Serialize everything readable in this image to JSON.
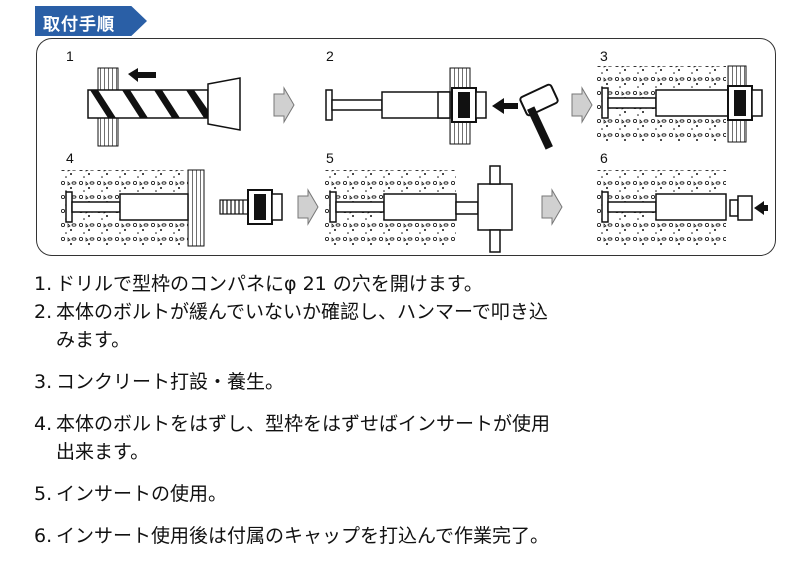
{
  "header": {
    "title": "取付手順"
  },
  "steps": [
    {
      "num": "1"
    },
    {
      "num": "2"
    },
    {
      "num": "3"
    },
    {
      "num": "4"
    },
    {
      "num": "5"
    },
    {
      "num": "6"
    }
  ],
  "instructions": [
    {
      "num": "1.",
      "text": "ドリルで型枠のコンパネにφ 21 の穴を開けます。"
    },
    {
      "num": "2.",
      "text": "本体のボルトが緩んでいないか確認し、ハンマーで叩き込みます。"
    },
    {
      "num": "3.",
      "text": "コンクリート打設・養生。"
    },
    {
      "num": "4.",
      "text": "本体のボルトをはずし、型枠をはずせばインサートが使用出来ます。"
    },
    {
      "num": "5.",
      "text": "インサートの使用。"
    },
    {
      "num": "6.",
      "text": "インサート使用後は付属のキャップを打込んで作業完了。"
    }
  ],
  "colors": {
    "header_bg": "#2a5fa6",
    "line": "#111111",
    "concrete_fill": "#f6f6f6"
  },
  "icons": [
    "drill-icon",
    "hammer-icon",
    "arrow-left-icon",
    "step-arrow-icon",
    "insert-icon",
    "bolt-icon",
    "wrench-icon",
    "cap-icon"
  ]
}
